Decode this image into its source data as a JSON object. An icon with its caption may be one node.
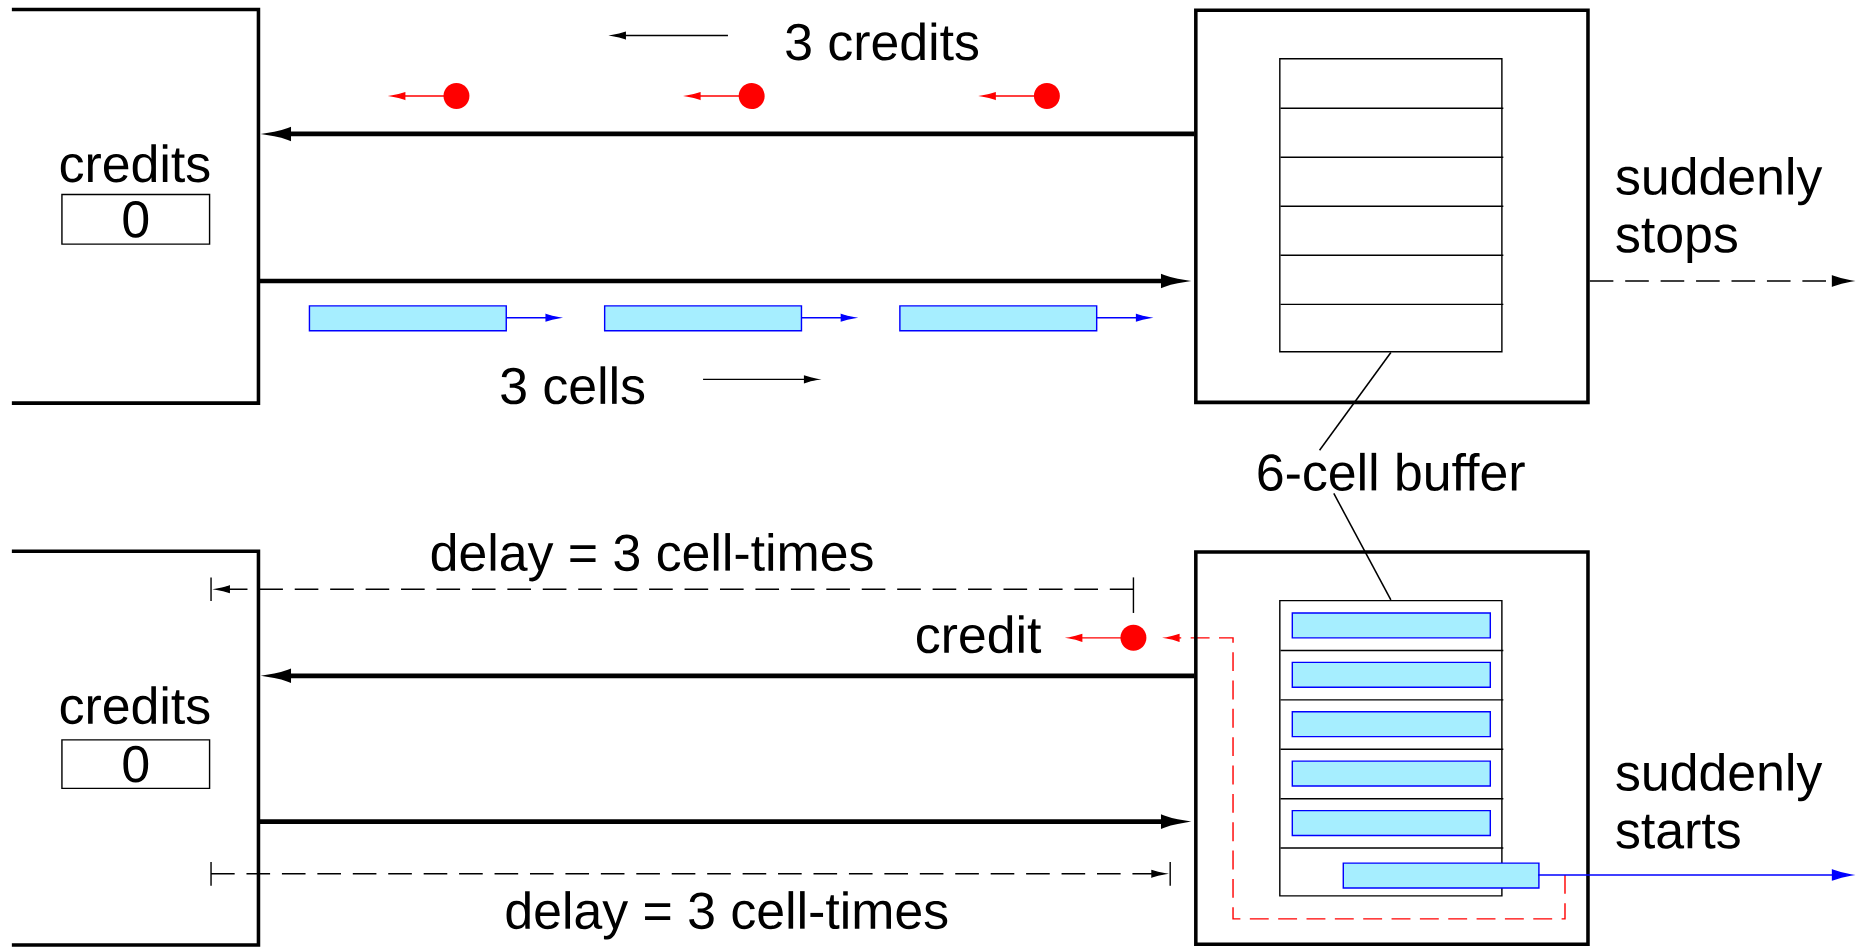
{
  "diagram": {
    "nodes": [
      {
        "text": [
          "credits"
        ]
      },
      {
        "text": [
          "0"
        ],
        "in": 0
      },
      {
        "text": [],
        "shape": "box"
      },
      {
        "text": [],
        "shape": "box",
        "in": 2
      },
      {
        "text": [
          "6-cell buffer"
        ]
      },
      {
        "text": [
          "credits"
        ]
      },
      {
        "text": [
          "0"
        ],
        "in": 5
      },
      {
        "text": [],
        "shape": "box"
      },
      {
        "text": [],
        "shape": "box",
        "in": 7
      },
      {
        "text": [
          "suddenly stops"
        ]
      },
      {
        "text": [
          "suddenly starts"
        ]
      }
    ],
    "edges": [
      {
        "from": 2,
        "to": 0,
        "arrow": "to",
        "style": "thick"
      },
      {
        "from": 0,
        "to": 2,
        "arrow": "to",
        "style": "thick"
      },
      {
        "from": 2,
        "to": 9,
        "arrow": "to",
        "style": "dashed"
      },
      {
        "from": 4,
        "to": 3,
        "arrow": "none"
      },
      {
        "from": 4,
        "to": 8,
        "arrow": "none"
      },
      {
        "from": 7,
        "to": 5,
        "arrow": "to",
        "style": "thick"
      },
      {
        "from": 5,
        "to": 7,
        "arrow": "to",
        "style": "thick"
      },
      {
        "from": 8,
        "to": 10,
        "arrow": "to",
        "color": "#0000ff"
      }
    ],
    "labels": [
      "3 credits",
      "3 cells",
      "delay = 3 cell-times",
      "credit",
      "delay = 3 cell-times"
    ]
  }
}
